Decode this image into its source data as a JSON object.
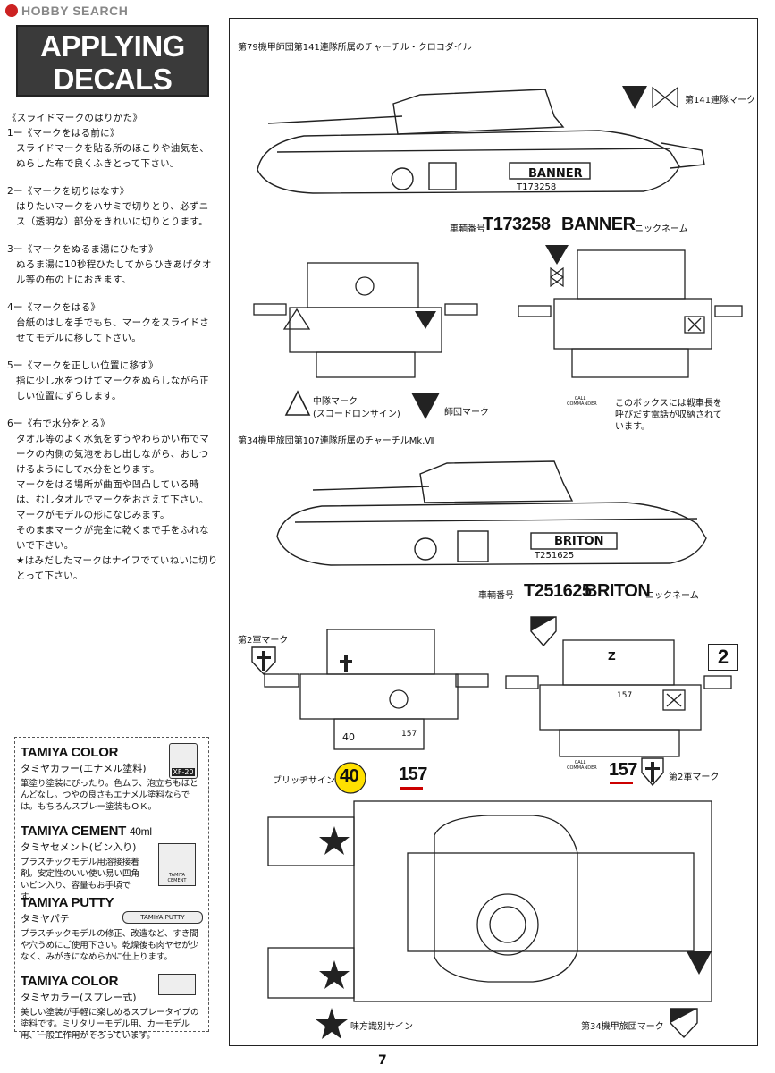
{
  "watermark": "HOBBY SEARCH",
  "title_line1": "APPLYING",
  "title_line2": "DECALS",
  "instructions": {
    "heading": "《スライドマークのはりかた》",
    "steps": [
      {
        "title": "1ー《マークをはる前に》",
        "body": "スライドマークを貼る所のほこりや油気を、ぬらした布で良くふきとって下さい。"
      },
      {
        "title": "2ー《マークを切りはなす》",
        "body": "はりたいマークをハサミで切りとり、必ずニス（透明な）部分をきれいに切りとります。"
      },
      {
        "title": "3ー《マークをぬるま湯にひたす》",
        "body": "ぬるま湯に10秒程ひたしてからひきあげタオル等の布の上におきます。"
      },
      {
        "title": "4ー《マークをはる》",
        "body": "台紙のはしを手でもち、マークをスライドさせてモデルに移して下さい。"
      },
      {
        "title": "5ー《マークを正しい位置に移す》",
        "body": "指に少し水をつけてマークをぬらしながら正しい位置にずらします。"
      },
      {
        "title": "6ー《布で水分をとる》",
        "body": "タオル等のよく水気をすうやわらかい布でマークの内側の気泡をおし出しながら、おしつけるようにして水分をとります。"
      }
    ],
    "note1": "マークをはる場所が曲面や凹凸している時は、むしタオルでマークをおさえて下さい。マークがモデルの形になじみます。",
    "note2": "そのままマークが完全に乾くまで手をふれないで下さい。",
    "note3": "★はみだしたマークはナイフでていねいに切りとって下さい。"
  },
  "products": [
    {
      "title": "TAMIYA COLOR",
      "sub": "タミヤカラー(エナメル塗料)",
      "desc": "筆塗り塗装にぴったり。色ムラ、泡立ちもほとんどなし。つやの良さもエナメル塗料ならでは。もちろんスプレー塗装もＯＫ。",
      "label": "XF-20"
    },
    {
      "title": "TAMIYA CEMENT",
      "size": "40ml",
      "sub": "タミヤセメント(ビン入り)",
      "desc": "プラスチックモデル用溶接接着剤。安定性のいい使い易い四角いビン入り、容量もお手頃です。",
      "label": "TAMIYA CEMENT"
    },
    {
      "title": "TAMIYA PUTTY",
      "sub": "タミヤパテ",
      "desc": "プラスチックモデルの修正、改造など、すき間や穴うめにご使用下さい。乾燥後も肉ヤセが少なく、みがきになめらかに仕上ります。",
      "label": "TAMIYA PUTTY"
    },
    {
      "title": "TAMIYA COLOR",
      "sub": "タミヤカラー(スプレー式)",
      "desc": "美しい塗装が手軽に楽しめるスプレータイプの塗料です。ミリタリーモデル用、カーモデル用、一般工作用がそろっています。",
      "label": ""
    }
  ],
  "diagram1": {
    "heading": "第79機甲師団第141連隊所属のチャーチル・クロコダイル",
    "regiment_label": "第141連隊マーク",
    "hull_name": "BANNER",
    "hull_number": "T173258",
    "vehicle_no_label": "車輌番号",
    "vehicle_no": "T173258",
    "nickname": "BANNER",
    "nickname_label": "ニックネーム",
    "squadron_label": "中隊マーク",
    "squadron_sub": "(スコードロンサイン)",
    "division_label": "師団マーク",
    "box_note": "このボックスには戦車長を呼びだす電話が収納されています。",
    "box_text": "CALL COMMANDER"
  },
  "diagram2": {
    "heading": "第34機甲旅団第107連隊所属のチャーチルMk.Ⅶ",
    "hull_name": "BRITON",
    "hull_number": "T251625",
    "vehicle_no_label": "車輌番号",
    "vehicle_no": "T251625",
    "nickname": "BRITON",
    "nickname_label": "ニックネーム",
    "corps_label": "第2軍マーク",
    "corps_label2": "第2軍マーク",
    "bridge_label": "ブリッヂサイン",
    "bridge_value": "40",
    "bridge_value_small": "40",
    "serial": "157",
    "serial_small": "157",
    "serial_small2": "157",
    "square_number": "2",
    "turret_letter": "Z",
    "star_label": "味方識別サイン",
    "brigade_label": "第34機甲旅団マーク",
    "box_text": "CALL COMMANDER"
  },
  "page_number": "7"
}
